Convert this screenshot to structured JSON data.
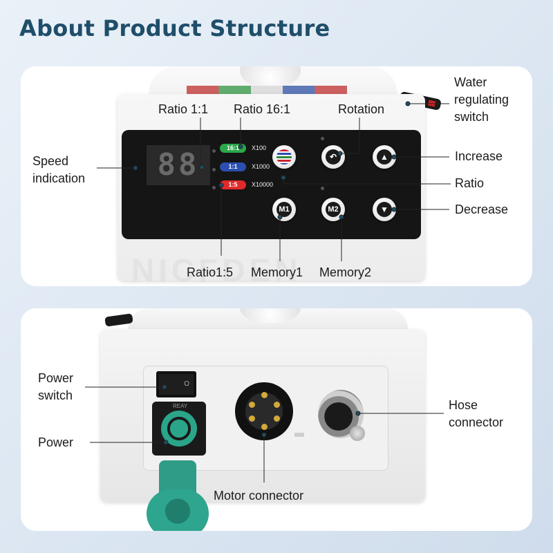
{
  "page_title": "About Product Structure",
  "top_panel": {
    "display_value": "88",
    "ratio_pills": [
      {
        "label": "16:1",
        "multiplier": "X100",
        "color": "#2aa84a"
      },
      {
        "label": "1:1",
        "multiplier": "X1000",
        "color": "#2a4fb0"
      },
      {
        "label": "1:5",
        "multiplier": "X10000",
        "color": "#e02a2a"
      }
    ],
    "buttons": {
      "memory1": "M1",
      "memory2": "M2"
    },
    "watermark": "NICFDEN"
  },
  "top_annotations": {
    "ratio_1_1": "Ratio 1:1",
    "ratio_16_1": "Ratio 16:1",
    "rotation": "Rotation",
    "water_switch_line1": "Water",
    "water_switch_line2": "regulating",
    "water_switch_line3": "switch",
    "speed_line1": "Speed",
    "speed_line2": "indication",
    "increase": "Increase",
    "ratio": "Ratio",
    "decrease": "Decrease",
    "ratio_1_5": "Ratio1:5",
    "memory1": "Memory1",
    "memory2": "Memory2"
  },
  "bottom_annotations": {
    "power_switch_line1": "Power",
    "power_switch_line2": "switch",
    "power": "Power",
    "hose_line1": "Hose",
    "hose_line2": "connector",
    "motor": "Motor connector"
  },
  "bottom_panel": {
    "socket_label": "REAY",
    "switch_mark": "O"
  }
}
